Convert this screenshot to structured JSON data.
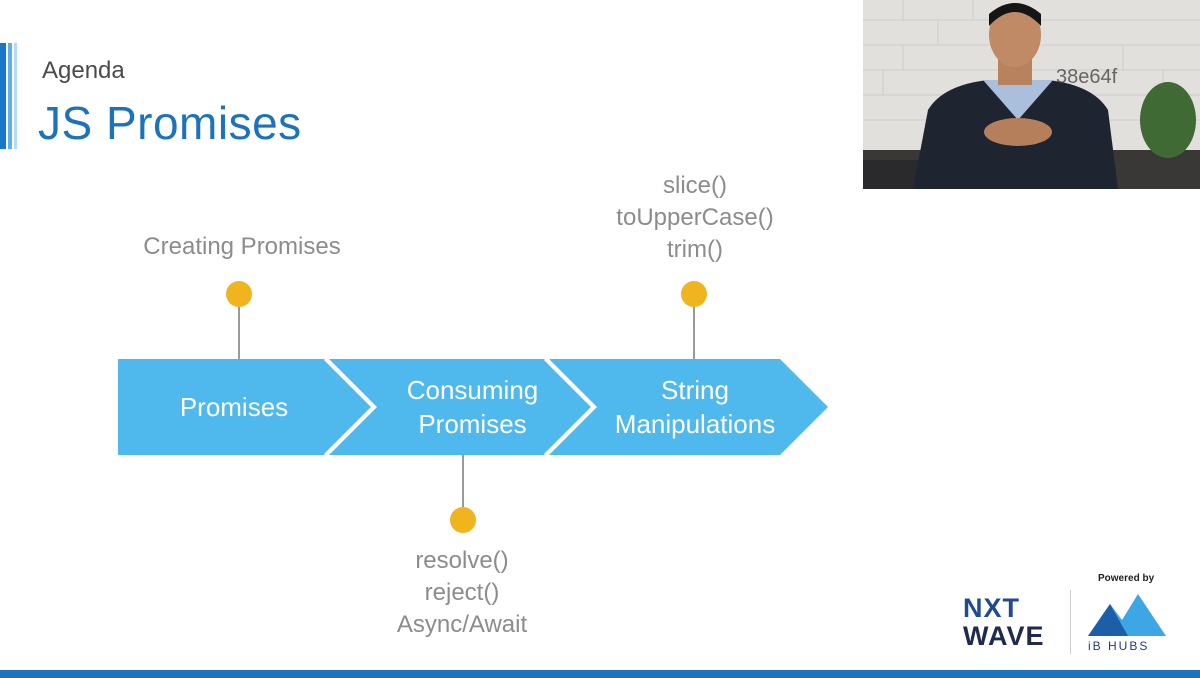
{
  "slide": {
    "subtitle": "Agenda",
    "title": "JS Promises"
  },
  "timeline": {
    "stages": [
      {
        "label_lines": [
          "Promises"
        ],
        "side": "top",
        "notes": [
          "Creating Promises"
        ]
      },
      {
        "label_lines": [
          "Consuming",
          "Promises"
        ],
        "side": "bottom",
        "notes": [
          "resolve()",
          "reject()",
          "Async/Await"
        ]
      },
      {
        "label_lines": [
          "String",
          "Manipulations"
        ],
        "side": "top",
        "notes": [
          "slice()",
          "toUpperCase()",
          "trim()"
        ]
      }
    ],
    "colors": {
      "arrow": "#4fb8ed",
      "dot": "#f0b41e",
      "connector": "#9a9a9a",
      "notes": "#8c8c8c"
    }
  },
  "webcam": {
    "watermark": "38e64f"
  },
  "branding": {
    "powered_by": "Powered by",
    "logo_nxt": "NXT",
    "logo_wave": "WAVE",
    "logo_ibhubs": "iB HUBS",
    "brand_color": "#1b74bb"
  }
}
